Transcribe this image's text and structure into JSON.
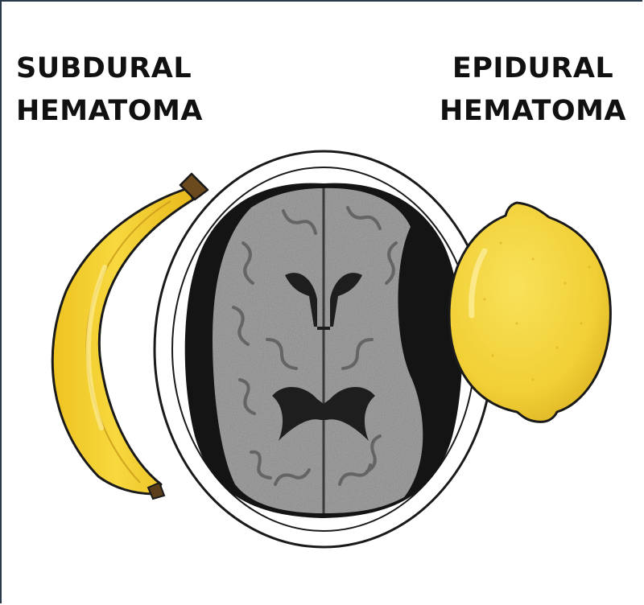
{
  "labels": {
    "subdural": {
      "line1": "SUBDURAL",
      "line2": "HEMATOMA"
    },
    "epidural": {
      "line1": "EPIDURAL",
      "line2": "HEMATOMA"
    }
  },
  "colors": {
    "banana": "#f2cc2a",
    "banana_highlight": "#f8de5a",
    "banana_tip": "#6b4a1e",
    "lemon": "#f3d23a",
    "lemon_shade": "#e0b828",
    "brain_tissue": "#8e8e8e",
    "hematoma": "#141414",
    "outline": "#1a1a1a",
    "background": "#ffffff"
  },
  "icons": [
    "banana-icon",
    "lemon-icon",
    "brain-ct-icon"
  ]
}
